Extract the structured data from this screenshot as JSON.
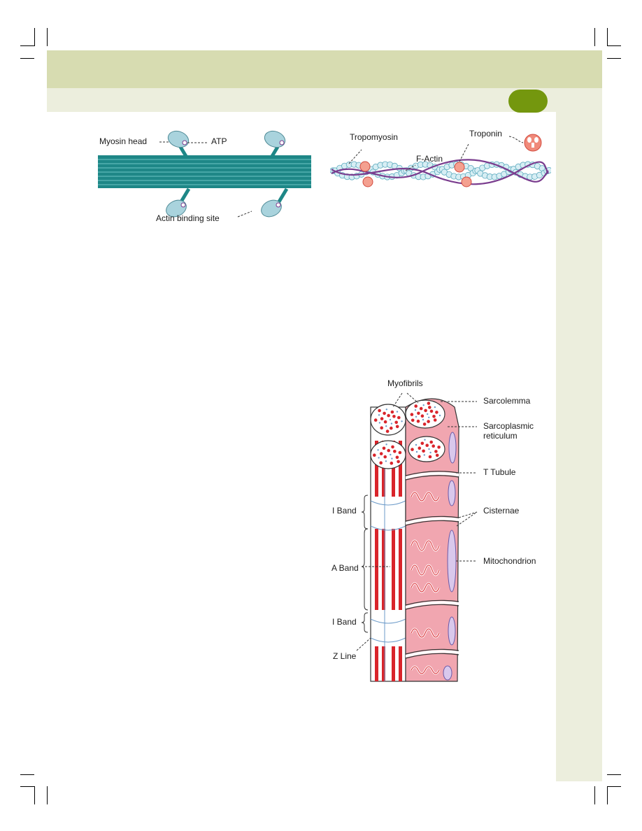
{
  "colors": {
    "header_band": "#d7dcb1",
    "subheader_band": "#eceedd",
    "page_badge": "#74970e",
    "myosin_filament": "#1e8787",
    "tropomyosin": "#7a3c8e",
    "actin_bead": "#bfe3ec",
    "troponin": "#f08a7a",
    "myofibril_red": "#d9242b",
    "sarcoplasm_pink": "#f1a6b0"
  },
  "figure_myosin": {
    "myosin_head_label": "Myosin head",
    "atp_label": "ATP",
    "actin_binding_site_label": "Actin binding site"
  },
  "figure_actin": {
    "tropomyosin_label": "Tropomyosin",
    "troponin_label": "Troponin",
    "f_actin_label": "F-Actin"
  },
  "figure_fiber": {
    "myofibrils_label": "Myofibrils",
    "sarcolemma_label": "Sarcolemma",
    "sarcoplasmic_reticulum_label_line1": "Sarcoplasmic",
    "sarcoplasmic_reticulum_label_line2": "reticulum",
    "t_tubule_label": "T Tubule",
    "cisternae_label": "Cisternae",
    "mitochondrion_label": "Mitochondrion",
    "i_band_top_label": "I Band",
    "a_band_label": "A Band",
    "i_band_bottom_label": "I Band",
    "z_line_label": "Z Line"
  }
}
